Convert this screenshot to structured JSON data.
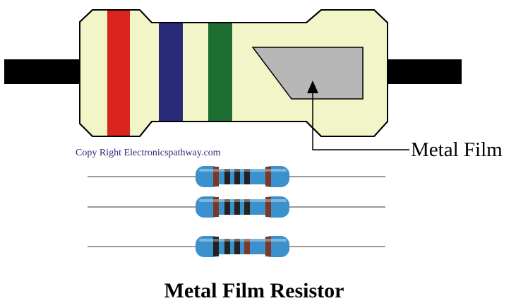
{
  "labels": {
    "copyright": "Copy Right Electronicspathway.com",
    "callout": "Metal Film",
    "title": "Metal Film Resistor"
  },
  "colors": {
    "body": "#f2f5c8",
    "outline": "#000000",
    "lead": "#000000",
    "band_1": "#d9251d",
    "band_2": "#2a2a7a",
    "band_3": "#1c6e33",
    "film": "#b7b7b7",
    "copyright_text": "#2a2a7a",
    "photo_body": "#3a91cc",
    "photo_wire": "#9a9a9a"
  },
  "photo_resistors": [
    {
      "bands": [
        "#7a3a2a",
        "#222222",
        "#222222",
        "#222222",
        "#7a3a2a"
      ]
    },
    {
      "bands": [
        "#7a3a2a",
        "#222222",
        "#222222",
        "#222222",
        "#7a3a2a"
      ]
    },
    {
      "bands": [
        "#222222",
        "#222222",
        "#222222",
        "#7a3a2a",
        "#7a3a2a"
      ]
    }
  ]
}
